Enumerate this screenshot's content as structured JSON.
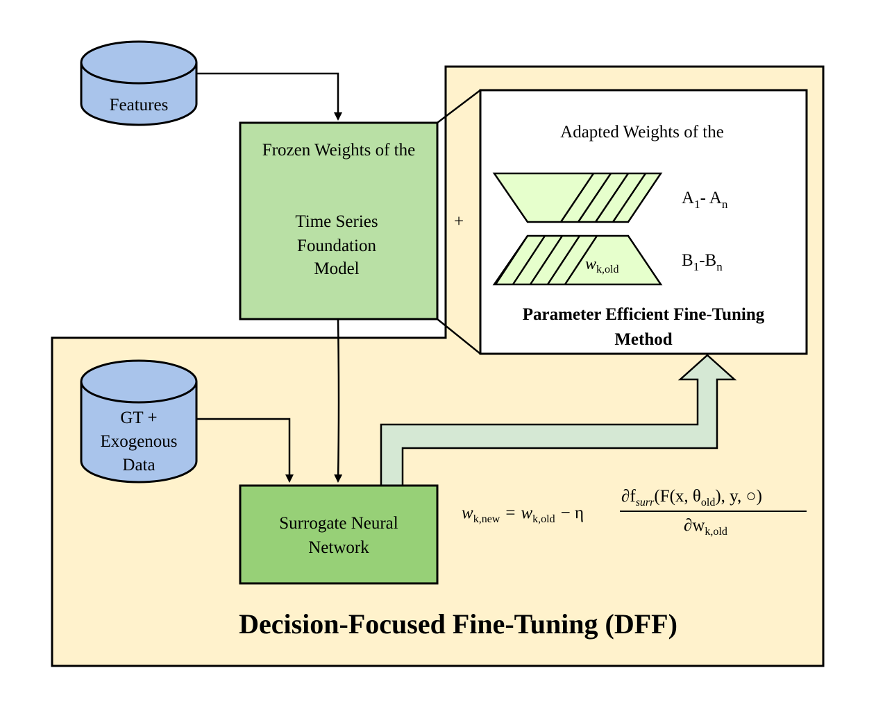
{
  "features": {
    "label": "Features"
  },
  "gt_data": {
    "line1": "GT +",
    "line2": "Exogenous",
    "line3": "Data"
  },
  "frozen": {
    "line1": "Frozen Weights of the",
    "line2": "Time Series",
    "line3": "Foundation",
    "line4": "Model"
  },
  "plus": "+",
  "adapted": {
    "title": "Adapted Weights of the",
    "a_label": "A",
    "a_sub1": "1",
    "a_mid": "- A",
    "a_sub2": "n",
    "b_label": "B",
    "b_sub1": "1",
    "b_mid": "-B",
    "b_sub2": "n",
    "w_label": "w",
    "w_sub": "k,old",
    "method_line1": "Parameter Efficient Fine-Tuning",
    "method_line2": "Method"
  },
  "surrogate": {
    "line1": "Surrogate Neural",
    "line2": "Network"
  },
  "formula": {
    "lhs_w": "w",
    "lhs_sub": "k,new",
    "eq": "=",
    "rhs_w": "w",
    "rhs_sub": "k,old",
    "minus_eta": "− η",
    "numerator": "∂f",
    "num_sub": "surr",
    "num_rest": "(F(x, θ",
    "theta_sub": "old",
    "num_tail": "), y, ○)",
    "denominator": "∂w",
    "den_sub": "k,old"
  },
  "dff_title": "Decision-Focused Fine-Tuning (DFF)",
  "colors": {
    "dff_background": "#fff2cc",
    "database_fill": "#a9c4eb",
    "frozen_fill": "#b9e0a5",
    "surrogate_fill": "#97d077",
    "trapezoid_fill": "#e6ffcc",
    "big_arrow_fill": "#d5e8d4"
  }
}
